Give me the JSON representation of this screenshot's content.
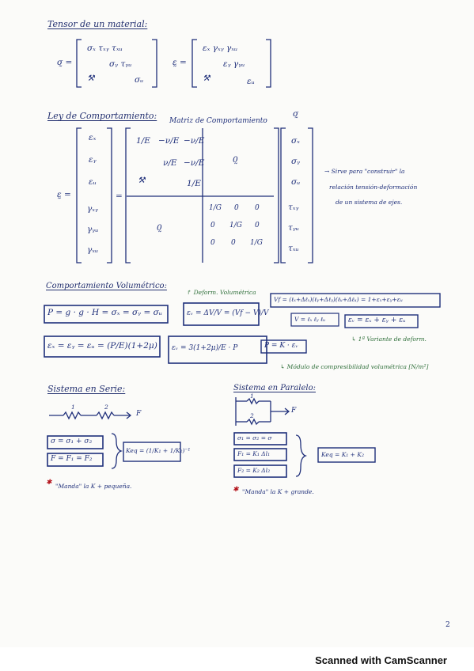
{
  "sections": {
    "tensor": {
      "title": "Tensor de un material:",
      "sigma_lhs": "σ̰ =",
      "sigma_rows": [
        "σₓ   τₓᵧ   τₓᵤ",
        "σᵧ   τᵧᵤ",
        "σᵤ"
      ],
      "eps_lhs": "ε̰ =",
      "eps_rows": [
        "εₓ   γₓᵧ   γₓᵤ",
        "εᵧ   γᵧᵤ",
        "εᵤ"
      ]
    },
    "ley": {
      "title": "Ley de Comportamiento:",
      "matrix_label": "Matriz de Comportamiento",
      "eps_lhs": "ε̰ =",
      "eps_vector": [
        "εₓ",
        "εᵧ",
        "εᵤ",
        "γₓᵧ",
        "γᵧᵤ",
        "γₓᵤ"
      ],
      "equals": "=",
      "upper_left": [
        [
          "1/E",
          "−ν/E",
          "−ν/E"
        ],
        [
          "",
          "ν/E",
          "−ν/E"
        ],
        [
          "",
          "",
          "1/E"
        ]
      ],
      "lower_right": [
        [
          "1/G",
          "0",
          "0"
        ],
        [
          "0",
          "1/G",
          "0"
        ],
        [
          "0",
          "0",
          "1/G"
        ]
      ],
      "zero_symbol": "0̰",
      "sigma_vector": [
        "σₓ",
        "σᵧ",
        "σᵤ",
        "τₓᵧ",
        "τᵧᵤ",
        "τₓᵤ"
      ],
      "sigma_top": "σ̰",
      "note_lines": [
        "→ Sirve para \"construir\" la",
        "relación tensión-deformación",
        "de un sistema de ejes."
      ]
    },
    "volumetrico": {
      "title": "Comportamiento Volumétrico:",
      "eq_p": "P = g · g · H = σₓ = σᵧ = σᵤ",
      "eq_ev_note": "↱ Deform. Volumétrica",
      "eq_ev": "εᵥ = ΔV/V = (Vf − V)/V",
      "eq_vf": "Vf = (ℓₓ+Δℓₓ)(ℓᵧ+Δℓᵧ)(ℓᵤ+Δℓᵤ) = 1+εₓ+εᵧ+εᵤ",
      "eq_v": "V = ℓₓ ℓᵧ ℓᵤ",
      "eq_ev_sum": "εᵥ = εₓ + εᵧ + εᵤ",
      "note_invariante": "↳ 1ª Variante de deform.",
      "eq_exyz": "εₓ = εᵧ = εᵤ = (P/E)(1+2μ)",
      "eq_ev3": "εᵥ = 3(1+2μ)/E · P",
      "eq_pk": "P = K · εᵥ",
      "note_modulo": "↳ Módulo de compresibilidad volumétrica [N/m²]"
    },
    "serie": {
      "title": "Sistema en Serie:",
      "spring_labels": [
        "1",
        "2"
      ],
      "force": "F",
      "eq_sigma": "σ = σ₁ + σ₂",
      "eq_f": "F = F₁ = F₂",
      "eq_keq": "Keq = (1/K₁ + 1/K₂)⁻¹",
      "note": "\"Manda\" la K + pequeña."
    },
    "paralelo": {
      "title": "Sistema en Paralelo:",
      "spring_labels": [
        "1",
        "2"
      ],
      "force": "F",
      "eq_sigma": "σ₁ = σ₂ = σ",
      "eq_f1": "F₁ = K₁ Δl₁",
      "eq_f2": "F₂ = K₂ Δl₂",
      "eq_keq": "Keq = K₁ + K₂",
      "note": "\"Manda\" la K + grande."
    }
  },
  "page_number": "2",
  "footer": "Scanned with CamScanner",
  "colors": {
    "ink": "#1f2f7a",
    "red": "#b3121a",
    "green": "#2f6f3a"
  }
}
